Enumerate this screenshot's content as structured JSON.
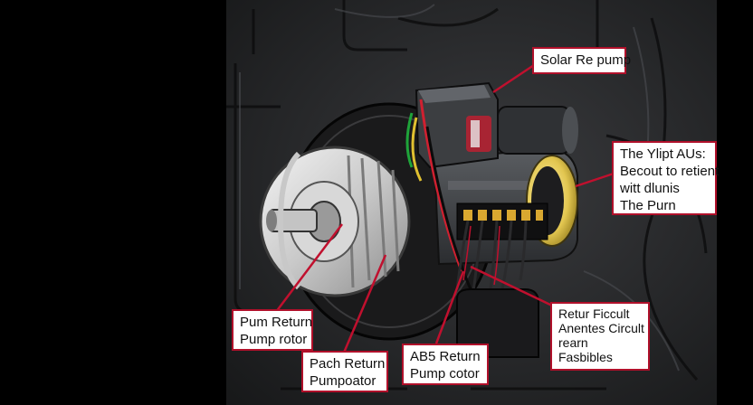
{
  "labels": {
    "solar_pump": {
      "lines": [
        "Solar Re pump"
      ]
    },
    "top_right": {
      "lines": [
        "The Ylipt AUs:",
        "Becout to retient",
        "witt dlunis",
        "The Purn"
      ]
    },
    "rotor": {
      "lines": [
        "Pum Return",
        "Pump rotor"
      ]
    },
    "pach": {
      "lines": [
        "Pach Return",
        "Pumpoator"
      ]
    },
    "abs": {
      "lines": [
        "AB5 Return",
        "Pump cotor"
      ]
    },
    "circuit": {
      "lines": [
        "Retur Ficcult",
        "Anentes Circult",
        "rearn",
        "Fasbibles"
      ]
    }
  },
  "colors": {
    "leader": "#c0102e",
    "border": "#b0102a",
    "background": "#1e1f21",
    "yellow_cap": "#e8d26a"
  }
}
